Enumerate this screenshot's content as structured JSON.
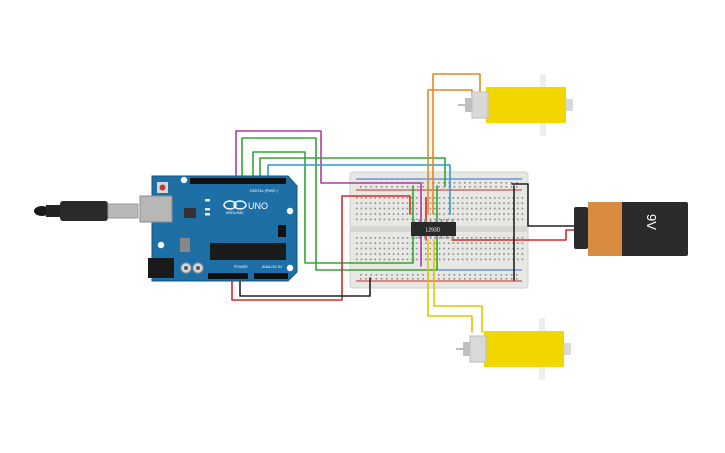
{
  "canvas": {
    "background": "#ffffff"
  },
  "arduino": {
    "brand": "ARDUINO",
    "model": "UNO",
    "header_digital": "DIGITAL (PWM~)",
    "header_power": "POWER",
    "header_analog": "ANALOG IN",
    "board_color": "#1f6fa7",
    "board_edge_color": "#15567f"
  },
  "driver_ic": {
    "label": "L293D",
    "color": "#2a2a2a"
  },
  "battery": {
    "label": "9V",
    "body_color": "#2b2b2b",
    "band_color": "#d98b3f"
  },
  "motors": {
    "body_color": "#f2d600",
    "shaft_color": "#d9d9d9"
  },
  "icons": {
    "usb_cable": "usb-cable-icon",
    "reset_button": "reset-button-icon",
    "power_jack": "power-jack-icon"
  },
  "wire_colors": {
    "red": "#d42a2a",
    "black": "#222222",
    "green": "#2ea82e",
    "purple": "#b03aa0",
    "orange": "#e08a1e",
    "yellow": "#e6c200",
    "blue": "#2a9ad6"
  }
}
